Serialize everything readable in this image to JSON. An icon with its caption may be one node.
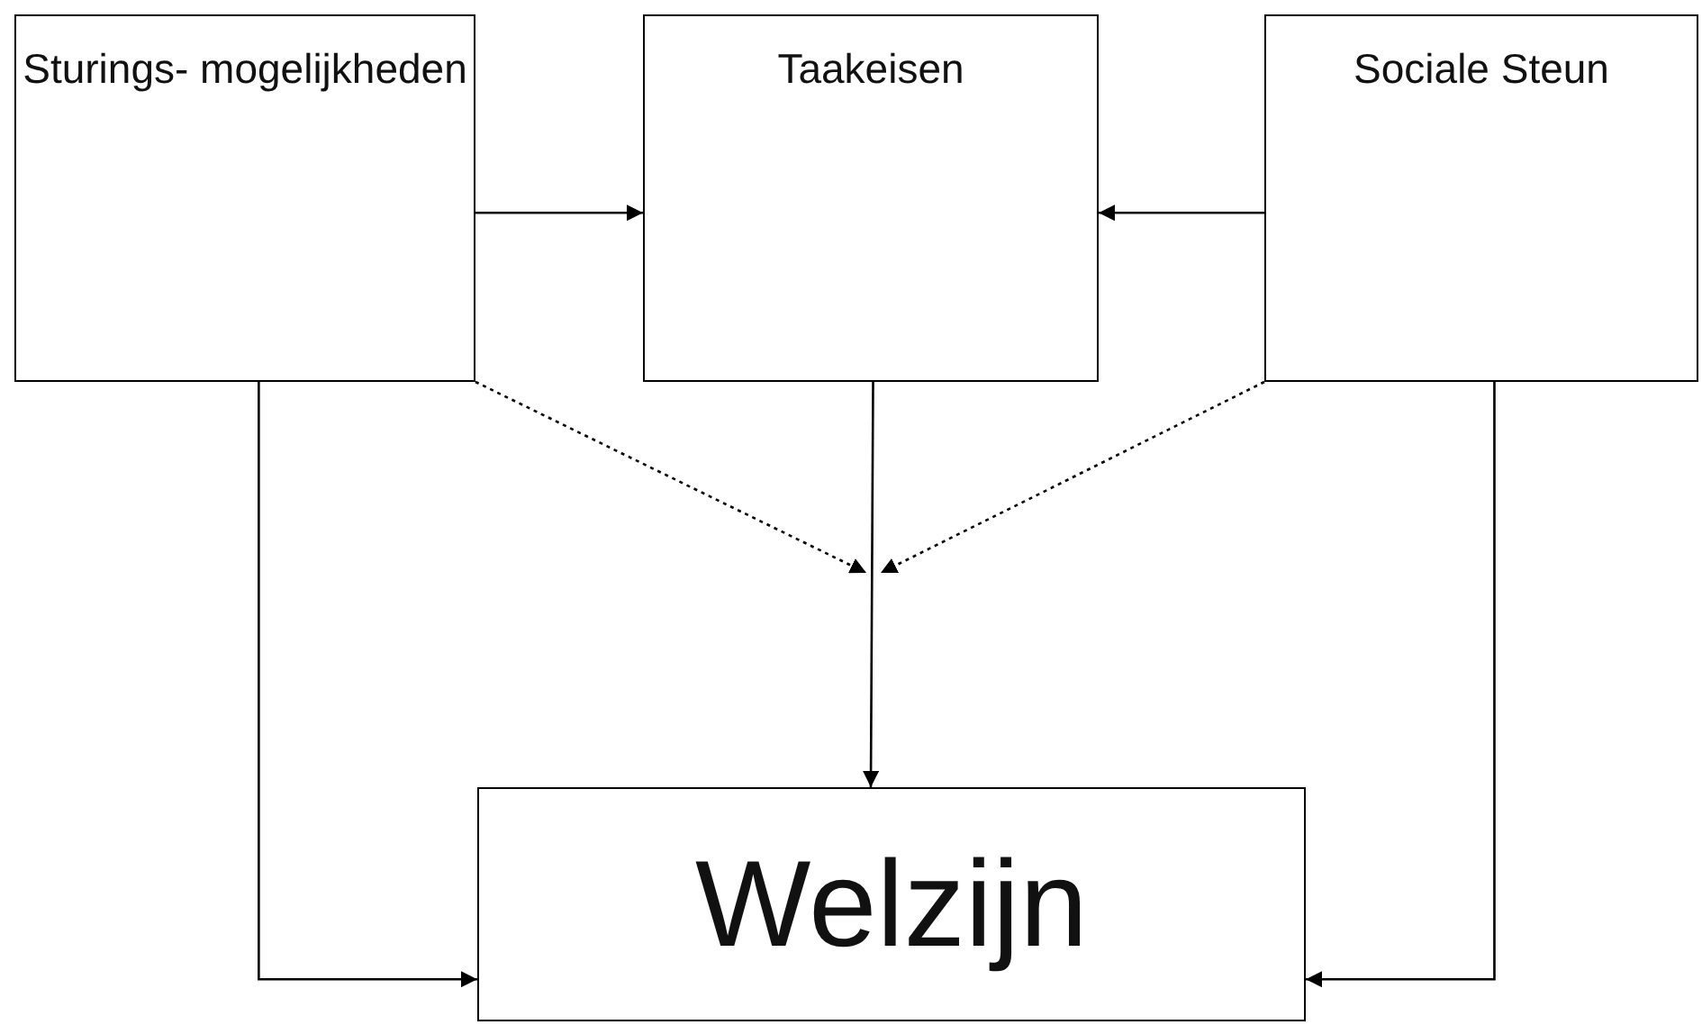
{
  "diagram": {
    "nodes": [
      {
        "text": [
          "Sturings- mogelijkheden"
        ]
      },
      {
        "text": [
          "Taakeisen"
        ]
      },
      {
        "text": [
          "Sociale Steun"
        ]
      },
      {
        "text": [
          "Welzijn"
        ]
      }
    ],
    "edges": [
      {
        "from": 0,
        "to": 1,
        "arrow": "to"
      },
      {
        "from": 2,
        "to": 1,
        "arrow": "to"
      },
      {
        "from": 1,
        "to": 3,
        "arrow": "to"
      },
      {
        "from": 0,
        "to": 3,
        "arrow": "to"
      },
      {
        "from": 2,
        "to": 3,
        "arrow": "to"
      },
      {
        "from": 0,
        "to": null,
        "arrow": "to",
        "style": "dashed"
      },
      {
        "from": 2,
        "to": null,
        "arrow": "to",
        "style": "dashed"
      }
    ]
  }
}
